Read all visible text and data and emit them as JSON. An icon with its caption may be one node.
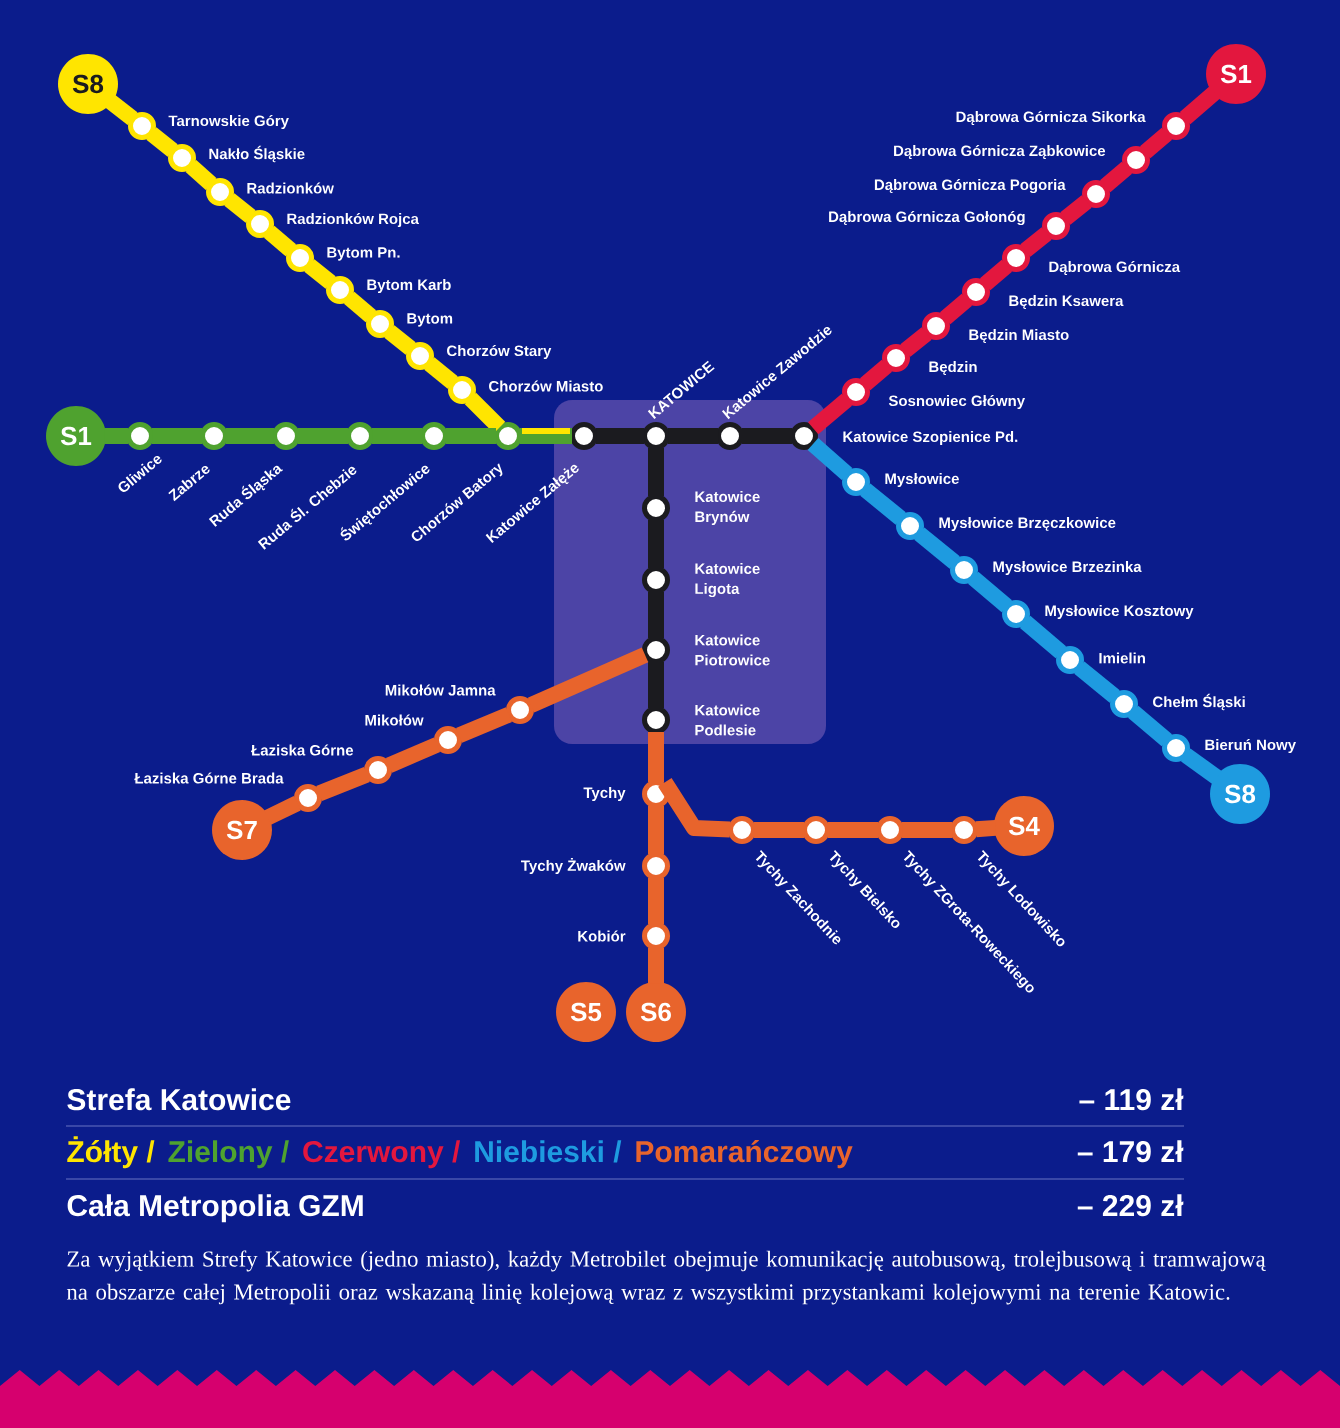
{
  "diagram": {
    "nodes": [
      {
        "text": [
          "S8"
        ]
      },
      {
        "text": [],
        "shape": "circle",
        "beside": [
          "Tarnowskie Góry"
        ]
      },
      {
        "text": [],
        "shape": "circle",
        "beside": [
          "Nakło Śląskie"
        ]
      },
      {
        "text": [],
        "shape": "circle",
        "beside": [
          "Radzionków"
        ]
      },
      {
        "text": [],
        "shape": "circle",
        "beside": [
          "Radzionków Rojca"
        ]
      },
      {
        "text": [],
        "shape": "circle",
        "beside": [
          "Bytom Pn."
        ]
      },
      {
        "text": [],
        "shape": "circle",
        "beside": [
          "Bytom Karb"
        ]
      },
      {
        "text": [],
        "shape": "circle",
        "beside": [
          "Bytom"
        ]
      },
      {
        "text": [],
        "shape": "circle",
        "beside": [
          "Chorzów Stary"
        ]
      },
      {
        "text": [],
        "shape": "circle",
        "beside": [
          "Chorzów Miasto"
        ]
      },
      {
        "text": [
          "S1"
        ]
      },
      {
        "text": [],
        "shape": "circle",
        "beside": [
          "Dąbrowa Górnicza Sikorka"
        ]
      },
      {
        "text": [],
        "shape": "circle",
        "beside": [
          "Dąbrowa Górnicza Ząbkowice"
        ]
      },
      {
        "text": [],
        "shape": "circle",
        "beside": [
          "Dąbrowa Górnicza Pogoria"
        ]
      },
      {
        "text": [],
        "shape": "circle",
        "beside": [
          "Dąbrowa Górnicza Gołonóg"
        ]
      },
      {
        "text": [],
        "shape": "circle",
        "beside": [
          "Dąbrowa Górnicza"
        ]
      },
      {
        "text": [],
        "shape": "circle",
        "beside": [
          "Będzin Ksawera"
        ]
      },
      {
        "text": [],
        "shape": "circle",
        "beside": [
          "Będzin Miasto"
        ]
      },
      {
        "text": [],
        "shape": "circle",
        "beside": [
          "Będzin"
        ]
      },
      {
        "text": [],
        "shape": "circle",
        "beside": [
          "Sosnowiec Główny"
        ]
      },
      {
        "text": [
          "S1"
        ]
      },
      {
        "text": [],
        "shape": "circle",
        "beside": [
          "Gliwice"
        ]
      },
      {
        "text": [],
        "shape": "circle",
        "beside": [
          "Zabrze"
        ]
      },
      {
        "text": [],
        "shape": "circle",
        "beside": [
          "Ruda Śląska"
        ]
      },
      {
        "text": [],
        "shape": "circle",
        "beside": [
          "Ruda Śl. Chebzie"
        ]
      },
      {
        "text": [],
        "shape": "circle",
        "beside": [
          "Świętochłowice"
        ]
      },
      {
        "text": [],
        "shape": "circle",
        "beside": [
          "Chorzów Batory"
        ]
      },
      {
        "text": [],
        "shape": "circle",
        "beside": [
          "Katowice Załęże"
        ]
      },
      {
        "text": [],
        "shape": "circle",
        "beside": [
          "KATOWICE"
        ]
      },
      {
        "text": [],
        "shape": "circle",
        "beside": [
          "Katowice Zawodzie"
        ]
      },
      {
        "text": [],
        "shape": "circle",
        "beside": [
          "Katowice Szopienice Pd."
        ]
      },
      {
        "text": [],
        "shape": "circle",
        "beside": [
          "Mysłowice"
        ]
      },
      {
        "text": [],
        "shape": "circle",
        "beside": [
          "Mysłowice Brzęczkowice"
        ]
      },
      {
        "text": [],
        "shape": "circle",
        "beside": [
          "Mysłowice Brzezinka"
        ]
      },
      {
        "text": [],
        "shape": "circle",
        "beside": [
          "Mysłowice Kosztowy"
        ]
      },
      {
        "text": [],
        "shape": "circle",
        "beside": [
          "Imielin"
        ]
      },
      {
        "text": [],
        "shape": "circle",
        "beside": [
          "Chełm Śląski"
        ]
      },
      {
        "text": [],
        "shape": "circle",
        "beside": [
          "Bieruń Nowy"
        ]
      },
      {
        "text": [
          "S8"
        ]
      },
      {
        "text": [],
        "shape": "circle",
        "beside": [
          "Katowice Brynów"
        ]
      },
      {
        "text": [],
        "shape": "circle",
        "beside": [
          "Katowice Ligota"
        ]
      },
      {
        "text": [],
        "shape": "circle",
        "beside": [
          "Katowice Piotrowice"
        ]
      },
      {
        "text": [],
        "shape": "circle",
        "beside": [
          "Katowice Podlesie"
        ]
      },
      {
        "text": [],
        "shape": "circle",
        "beside": [
          "Mikołów Jamna"
        ]
      },
      {
        "text": [],
        "shape": "circle",
        "beside": [
          "Mikołów"
        ]
      },
      {
        "text": [],
        "shape": "circle",
        "beside": [
          "Łaziska Górne"
        ]
      },
      {
        "text": [],
        "shape": "circle",
        "beside": [
          "Łaziska Górne Brada"
        ]
      },
      {
        "text": [
          "S7"
        ]
      },
      {
        "text": [],
        "shape": "circle",
        "beside": [
          "Tychy"
        ]
      },
      {
        "text": [],
        "shape": "circle",
        "beside": [
          "Tychy Żwaków"
        ]
      },
      {
        "text": [],
        "shape": "circle",
        "beside": [
          "Kobiór"
        ]
      },
      {
        "text": [
          "S5"
        ]
      },
      {
        "text": [
          "S6"
        ]
      },
      {
        "text": [],
        "shape": "circle",
        "beside": [
          "Tychy Zachodnie"
        ]
      },
      {
        "text": [],
        "shape": "circle",
        "beside": [
          "Tychy Bielsko"
        ]
      },
      {
        "text": [],
        "shape": "circle",
        "beside": [
          "Tychy ZGrota-Roweckiego"
        ]
      },
      {
        "text": [],
        "shape": "circle",
        "beside": [
          "Tychy Lodowisko"
        ]
      },
      {
        "text": [
          "S4"
        ]
      }
    ],
    "edges": [
      {
        "from": 0,
        "to": 1,
        "arrow": "none",
        "color": "#ffe500"
      },
      {
        "from": 1,
        "to": 2,
        "arrow": "none",
        "color": "#ffe500"
      },
      {
        "from": 2,
        "to": 3,
        "arrow": "none",
        "color": "#ffe500"
      },
      {
        "from": 3,
        "to": 4,
        "arrow": "none",
        "color": "#ffe500"
      },
      {
        "from": 4,
        "to": 5,
        "arrow": "none",
        "color": "#ffe500"
      },
      {
        "from": 5,
        "to": 6,
        "arrow": "none",
        "color": "#ffe500"
      },
      {
        "from": 6,
        "to": 7,
        "arrow": "none",
        "color": "#ffe500"
      },
      {
        "from": 7,
        "to": 8,
        "arrow": "none",
        "color": "#ffe500"
      },
      {
        "from": 8,
        "to": 9,
        "arrow": "none",
        "color": "#ffe500"
      },
      {
        "from": 9,
        "to": 26,
        "arrow": "none",
        "color": "#ffe500"
      },
      {
        "from": 10,
        "to": 11,
        "arrow": "none",
        "color": "#e3173e"
      },
      {
        "from": 11,
        "to": 12,
        "arrow": "none",
        "color": "#e3173e"
      },
      {
        "from": 12,
        "to": 13,
        "arrow": "none",
        "color": "#e3173e"
      },
      {
        "from": 13,
        "to": 14,
        "arrow": "none",
        "color": "#e3173e"
      },
      {
        "from": 14,
        "to": 15,
        "arrow": "none",
        "color": "#e3173e"
      },
      {
        "from": 15,
        "to": 16,
        "arrow": "none",
        "color": "#e3173e"
      },
      {
        "from": 16,
        "to": 17,
        "arrow": "none",
        "color": "#e3173e"
      },
      {
        "from": 17,
        "to": 18,
        "arrow": "none",
        "color": "#e3173e"
      },
      {
        "from": 18,
        "to": 19,
        "arrow": "none",
        "color": "#e3173e"
      },
      {
        "from": 19,
        "to": 30,
        "arrow": "none",
        "color": "#e3173e"
      },
      {
        "from": 20,
        "to": 21,
        "arrow": "none",
        "color": "#4fa22f"
      },
      {
        "from": 21,
        "to": 22,
        "arrow": "none",
        "color": "#4fa22f"
      },
      {
        "from": 22,
        "to": 23,
        "arrow": "none",
        "color": "#4fa22f"
      },
      {
        "from": 23,
        "to": 24,
        "arrow": "none",
        "color": "#4fa22f"
      },
      {
        "from": 24,
        "to": 25,
        "arrow": "none",
        "color": "#4fa22f"
      },
      {
        "from": 25,
        "to": 26,
        "arrow": "none",
        "color": "#4fa22f"
      },
      {
        "from": 26,
        "to": 27,
        "arrow": "none",
        "color": "#4fa22f"
      },
      {
        "from": 26,
        "to": 27,
        "arrow": "none",
        "color": "#ffe500"
      },
      {
        "from": 27,
        "to": 28,
        "arrow": "none",
        "color": "#1b1b1f"
      },
      {
        "from": 28,
        "to": 29,
        "arrow": "none",
        "color": "#1b1b1f"
      },
      {
        "from": 29,
        "to": 30,
        "arrow": "none",
        "color": "#1b1b1f"
      },
      {
        "from": 28,
        "to": 39,
        "arrow": "none",
        "color": "#1b1b1f"
      },
      {
        "from": 39,
        "to": 40,
        "arrow": "none",
        "color": "#1b1b1f"
      },
      {
        "from": 40,
        "to": 41,
        "arrow": "none",
        "color": "#1b1b1f"
      },
      {
        "from": 41,
        "to": 42,
        "arrow": "none",
        "color": "#1b1b1f"
      },
      {
        "from": 30,
        "to": 31,
        "arrow": "none",
        "color": "#1e9be0"
      },
      {
        "from": 31,
        "to": 32,
        "arrow": "none",
        "color": "#1e9be0"
      },
      {
        "from": 32,
        "to": 33,
        "arrow": "none",
        "color": "#1e9be0"
      },
      {
        "from": 33,
        "to": 34,
        "arrow": "none",
        "color": "#1e9be0"
      },
      {
        "from": 34,
        "to": 35,
        "arrow": "none",
        "color": "#1e9be0"
      },
      {
        "from": 35,
        "to": 36,
        "arrow": "none",
        "color": "#1e9be0"
      },
      {
        "from": 36,
        "to": 37,
        "arrow": "none",
        "color": "#1e9be0"
      },
      {
        "from": 37,
        "to": 38,
        "arrow": "none",
        "color": "#1e9be0"
      },
      {
        "from": 41,
        "to": 43,
        "arrow": "none",
        "color": "#e8642c"
      },
      {
        "from": 43,
        "to": 44,
        "arrow": "none",
        "color": "#e8642c"
      },
      {
        "from": 44,
        "to": 45,
        "arrow": "none",
        "color": "#e8642c"
      },
      {
        "from": 45,
        "to": 46,
        "arrow": "none",
        "color": "#e8642c"
      },
      {
        "from": 46,
        "to": 47,
        "arrow": "none",
        "color": "#e8642c"
      },
      {
        "from": 42,
        "to": 48,
        "arrow": "none",
        "color": "#e8642c"
      },
      {
        "from": 48,
        "to": 49,
        "arrow": "none",
        "color": "#e8642c"
      },
      {
        "from": 49,
        "to": 50,
        "arrow": "none",
        "color": "#e8642c"
      },
      {
        "from": 50,
        "to": 52,
        "arrow": "none",
        "color": "#e8642c"
      },
      {
        "from": 48,
        "to": 53,
        "arrow": "none",
        "color": "#e8642c"
      },
      {
        "from": 53,
        "to": 54,
        "arrow": "none",
        "color": "#e8642c"
      },
      {
        "from": 54,
        "to": 55,
        "arrow": "none",
        "color": "#e8642c"
      },
      {
        "from": 55,
        "to": 56,
        "arrow": "none",
        "color": "#e8642c"
      },
      {
        "from": 56,
        "to": 57,
        "arrow": "none",
        "color": "#e8642c"
      }
    ],
    "labels": [
      "Strefa Katowice",
      "– 119 zł",
      "Żółty /",
      "Zielony /",
      "Czerwony /",
      "Niebieski /",
      "Pomarańczowy",
      "– 179 zł",
      "Cała Metropolia GZM",
      "– 229 zł",
      "Za wyjątkiem Strefy Katowice (jedno miasto), każdy Metrobilet obejmuje komunikację autobusową, trolejbusową i tramwajową na obszarze całej Metropolii oraz wskazaną linię kolejową wraz z wszystkimi przystankami kolejowymi na terenie Katowic."
    ]
  }
}
